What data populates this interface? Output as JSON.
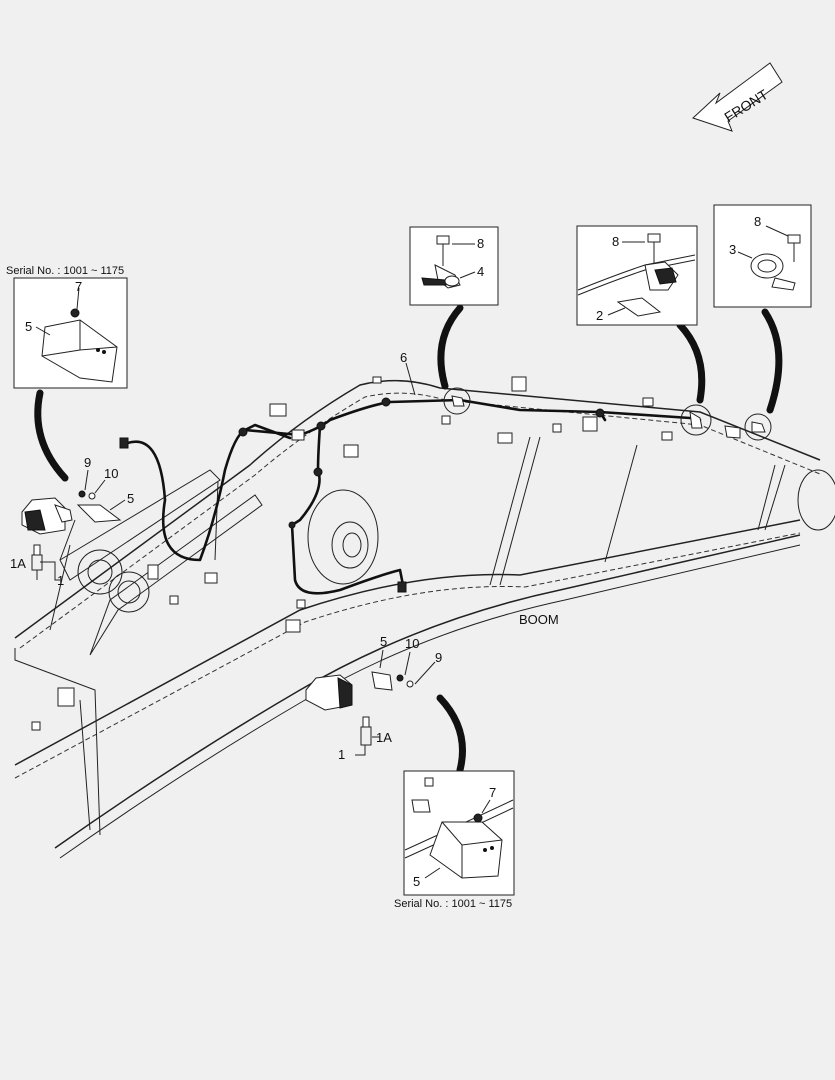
{
  "direction_label": "FRONT",
  "component_label": "BOOM",
  "serial_top_left": "Serial No. : 1001 ~ 1175",
  "serial_bottom": "Serial No. : 1001 ~ 1175",
  "callouts": {
    "n1": "1",
    "n1a": "1A",
    "n2": "2",
    "n3": "3",
    "n4": "4",
    "n5": "5",
    "n6": "6",
    "n7": "7",
    "n8": "8",
    "n9": "9",
    "n10": "10"
  }
}
